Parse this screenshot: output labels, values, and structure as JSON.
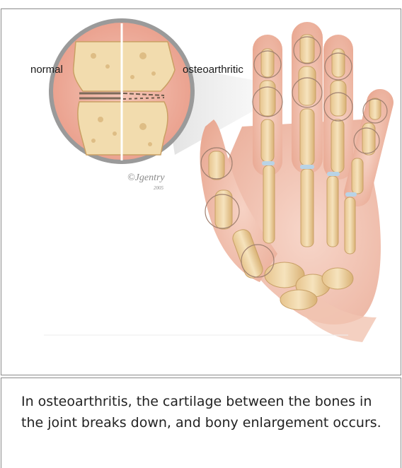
{
  "figure": {
    "label_normal": "normal",
    "label_osteoarthritic": "osteoarthritic",
    "signature": "©Jgentry",
    "signature_year": "2005"
  },
  "caption": {
    "text": "In osteoarthritis, the cartilage between the bones in the joint breaks down, and bony enlargement occurs."
  }
}
